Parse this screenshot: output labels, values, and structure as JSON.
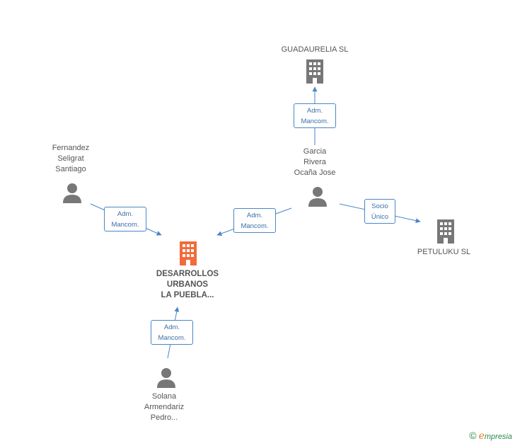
{
  "colors": {
    "edge": "#4a86c8",
    "person": "#777777",
    "company": "#777777",
    "main_company": "#f26b3a"
  },
  "nodes": {
    "main": {
      "label": "DESARROLLOS\nURBANOS\nLA PUEBLA...",
      "icon": "building-icon"
    },
    "guadaurelia": {
      "label": "GUADAURELIA SL",
      "icon": "building-icon"
    },
    "petuluku": {
      "label": "PETULUKU SL",
      "icon": "building-icon"
    },
    "fernandez": {
      "label": "Fernandez\nSeligrat\nSantiago",
      "icon": "person-icon"
    },
    "garcia": {
      "label": "Garcia\nRivera\nOcaña Jose",
      "icon": "person-icon"
    },
    "solana": {
      "label": "Solana\nArmendariz\nPedro...",
      "icon": "person-icon"
    }
  },
  "edges": {
    "garcia_guadaurelia": {
      "label": "Adm.\nMancom."
    },
    "fernandez_main": {
      "label": "Adm.\nMancom."
    },
    "garcia_main": {
      "label": "Adm.\nMancom."
    },
    "garcia_petuluku": {
      "label": "Socio\nÚnico"
    },
    "solana_main": {
      "label": "Adm.\nMancom."
    }
  },
  "brand": {
    "copyright": "©",
    "first_letter": "e",
    "rest": "mpresia"
  }
}
